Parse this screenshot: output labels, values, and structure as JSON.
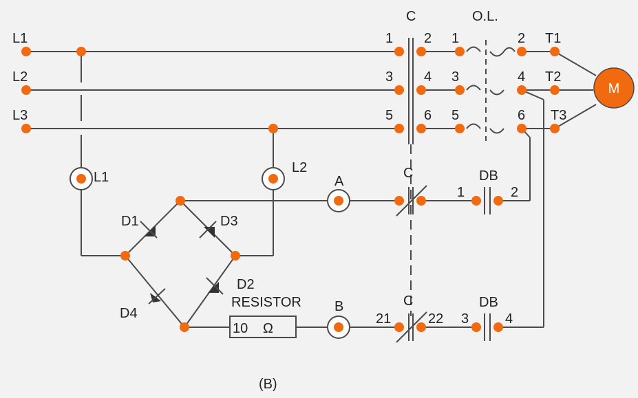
{
  "figure": {
    "caption": "(B)",
    "colors": {
      "background": "#f2f2f2",
      "terminal": "#f26a10",
      "wire": "#4a4a4a",
      "motor": "#f26a10",
      "text": "#222222"
    },
    "lines": {
      "l1": "L1",
      "l2": "L2",
      "l3": "L3"
    },
    "contactor": {
      "label": "C",
      "terminals": [
        "1",
        "2",
        "3",
        "4",
        "5",
        "6"
      ],
      "aux_label_a": "C",
      "aux_label_b": "C",
      "aux_b_in": "21",
      "aux_b_out": "22"
    },
    "overload": {
      "label": "O.L.",
      "in_terminals": [
        "1",
        "3",
        "5"
      ],
      "out_terminals": [
        "2",
        "4",
        "6"
      ]
    },
    "motor": {
      "label": "M",
      "leads": [
        "T1",
        "T2",
        "T3"
      ]
    },
    "lamps": {
      "lamp1": "L1",
      "lamp2": "L2",
      "lamp_a": "A",
      "lamp_b": "B"
    },
    "rectifier": {
      "d1": "D1",
      "d2": "D2",
      "d3": "D3",
      "d4": "D4"
    },
    "resistor": {
      "label": "RESISTOR",
      "value": "10",
      "unit": "Ω"
    },
    "db_upper": {
      "label": "DB",
      "t1": "1",
      "t2": "2"
    },
    "db_lower": {
      "label": "DB",
      "t1": "3",
      "t2": "4"
    }
  }
}
